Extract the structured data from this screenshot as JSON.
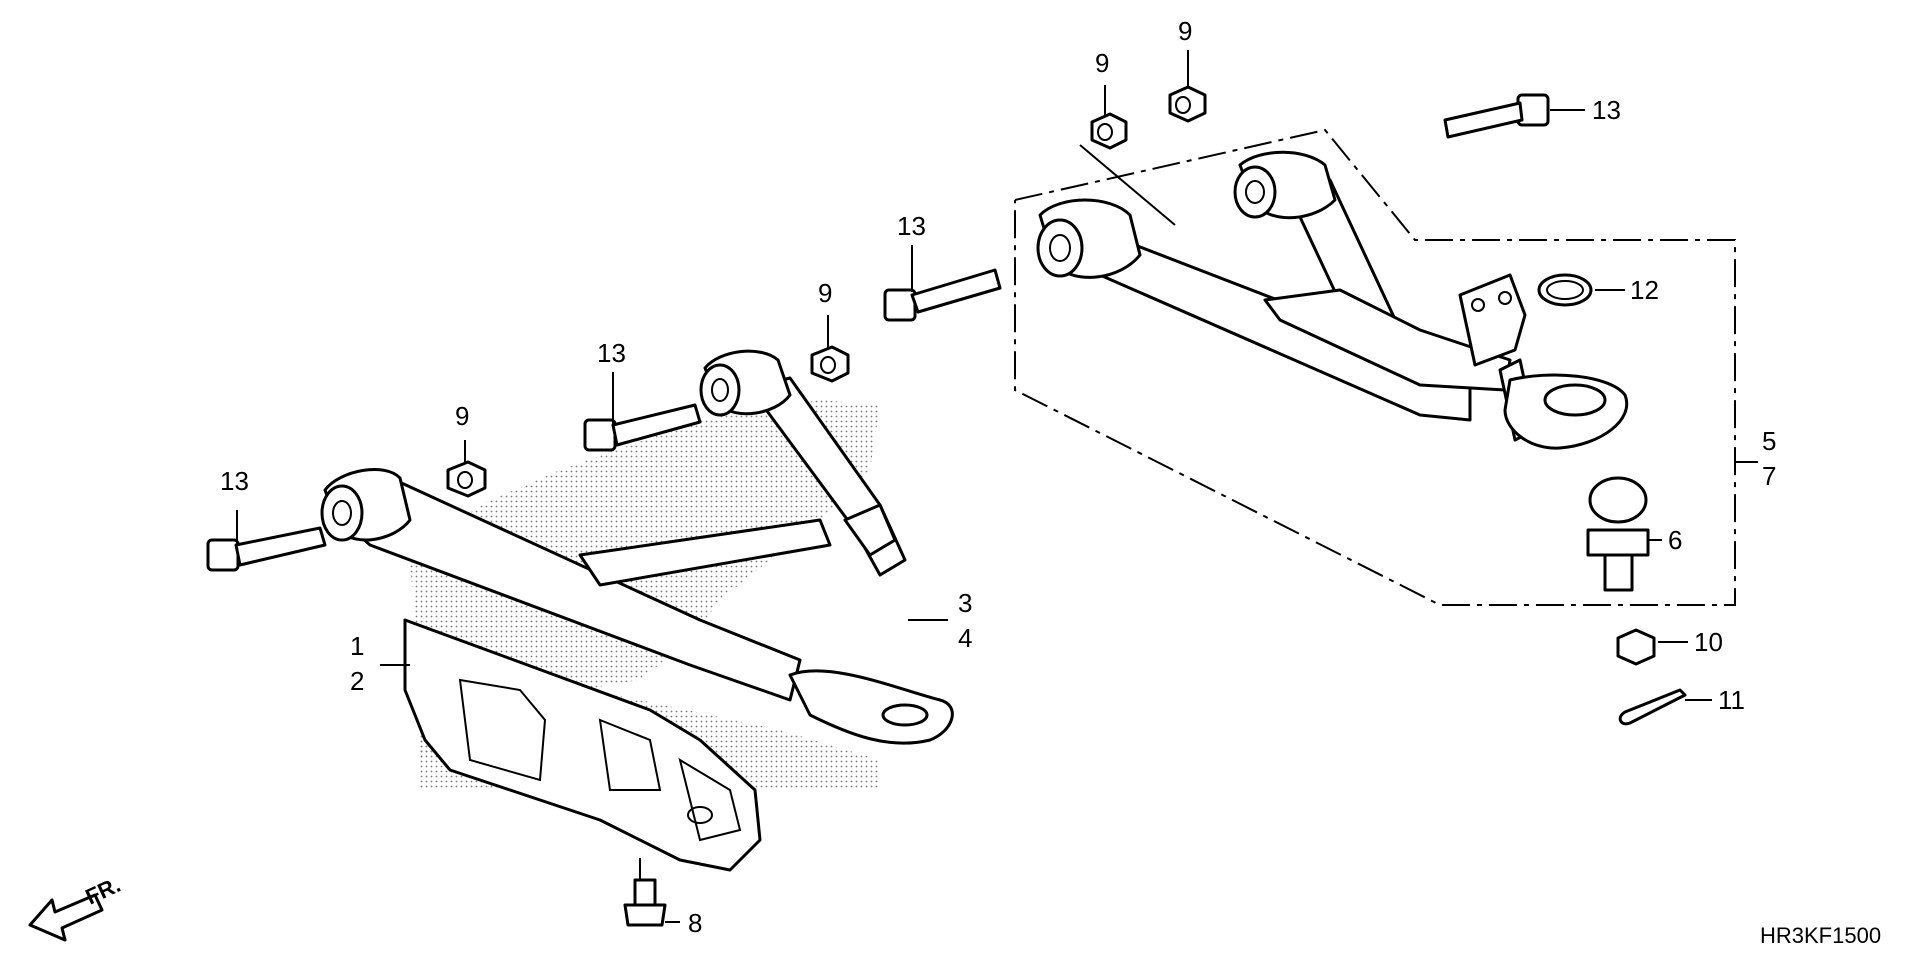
{
  "callouts": {
    "c1": "1",
    "c2": "2",
    "c3": "3",
    "c4": "4",
    "c5": "5",
    "c6": "6",
    "c7": "7",
    "c8": "8",
    "c9a": "9",
    "c9b": "9",
    "c9c": "9",
    "c9d": "9",
    "c10": "10",
    "c11": "11",
    "c12": "12",
    "c13a": "13",
    "c13b": "13",
    "c13c": "13",
    "c13d": "13"
  },
  "direction_label": "FR.",
  "diagram_code": "HR3KF1500"
}
